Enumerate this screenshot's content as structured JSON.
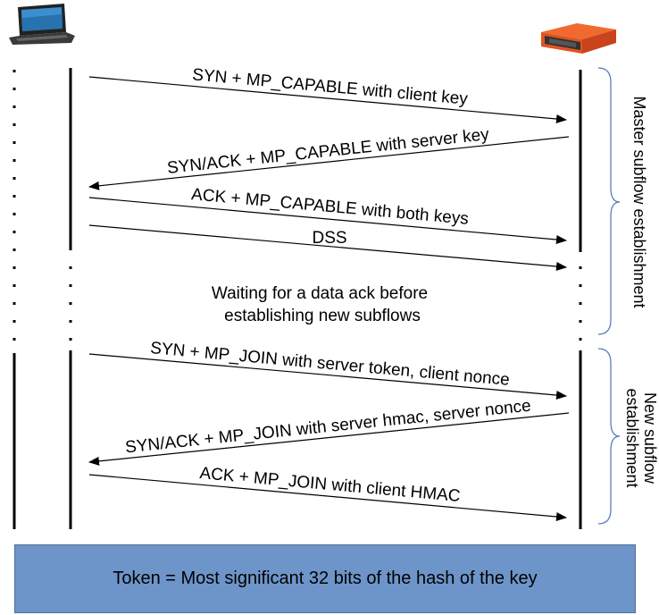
{
  "messages": [
    "SYN + MP_CAPABLE with client key",
    "SYN/ACK + MP_CAPABLE with server key",
    "ACK + MP_CAPABLE with both keys",
    "DSS",
    "SYN + MP_JOIN with server token, client nonce",
    "SYN/ACK + MP_JOIN with server hmac, server nonce",
    "ACK + MP_JOIN with client HMAC"
  ],
  "wait_note": {
    "line1": "Waiting for a data ack before",
    "line2": "establishing new subflows"
  },
  "phases": {
    "master": "Master subflow establishment",
    "new_line1": "New subflow",
    "new_line2": "establishment"
  },
  "footer": "Token = Most significant 32 bits of the hash of the key",
  "colors": {
    "footer_bg": "#6e95c9",
    "server_orange": "#e0541f"
  },
  "icons": {
    "client": "laptop-icon",
    "server": "server-rack-icon"
  }
}
